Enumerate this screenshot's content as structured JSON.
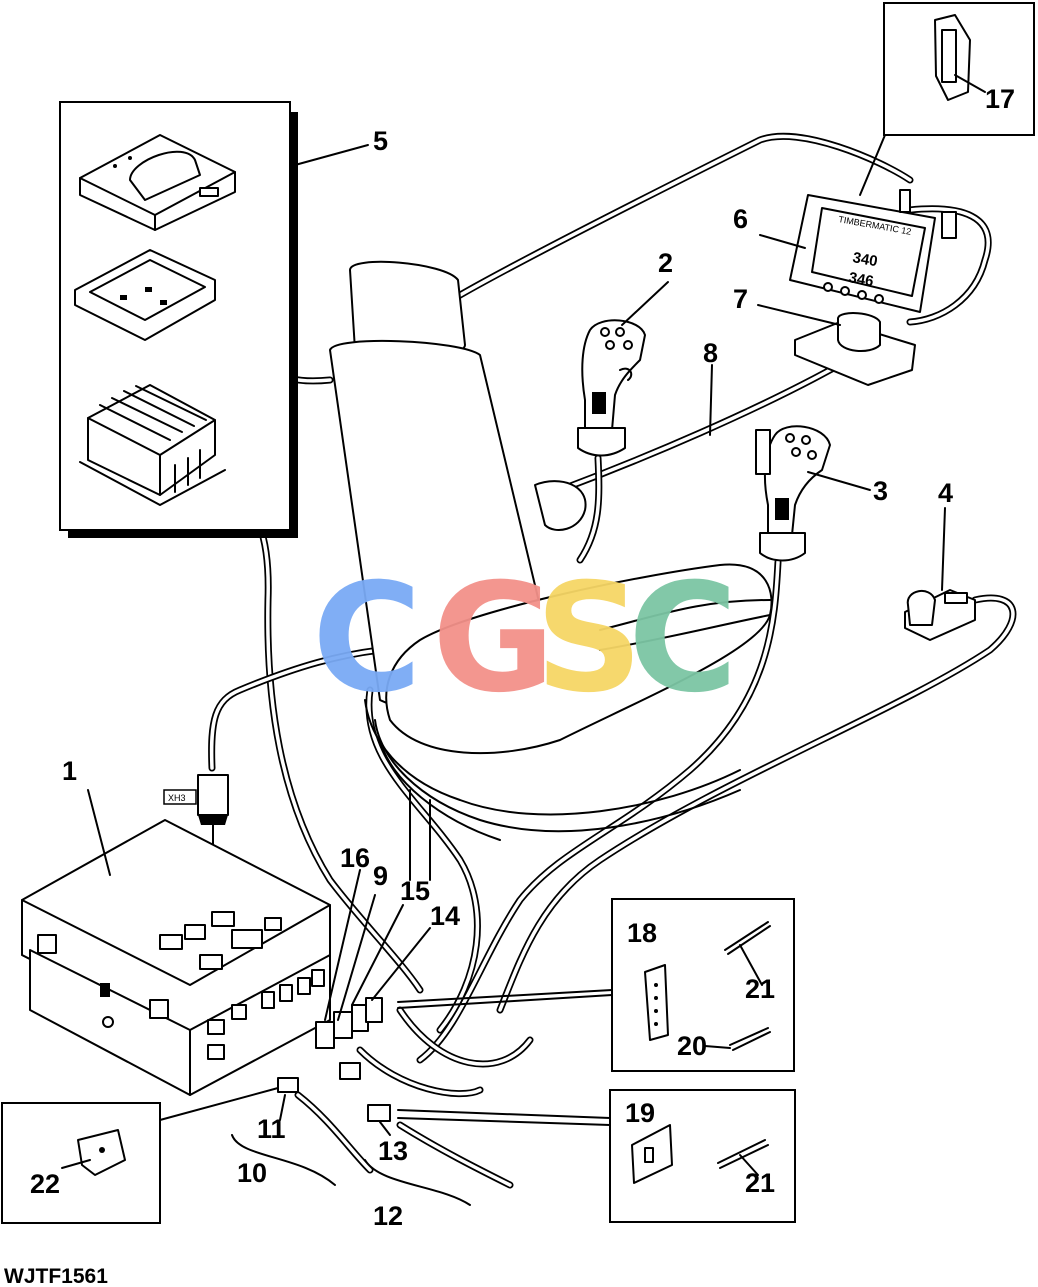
{
  "figure_code": "WJTF1561",
  "connector_tag": "XH3",
  "display": {
    "title": "TIMBERMATIC 12",
    "reading_1": "340",
    "reading_2": "346"
  },
  "watermark": {
    "letters": [
      "C",
      "G",
      "S",
      "C"
    ],
    "colors": [
      "#7aaaf5",
      "#f3918a",
      "#f6d666",
      "#7cc6a4"
    ]
  },
  "callouts": [
    {
      "id": "1",
      "label": "1"
    },
    {
      "id": "2",
      "label": "2"
    },
    {
      "id": "3",
      "label": "3"
    },
    {
      "id": "4",
      "label": "4"
    },
    {
      "id": "5",
      "label": "5"
    },
    {
      "id": "6",
      "label": "6"
    },
    {
      "id": "7",
      "label": "7"
    },
    {
      "id": "8",
      "label": "8"
    },
    {
      "id": "9",
      "label": "9"
    },
    {
      "id": "10",
      "label": "10"
    },
    {
      "id": "11",
      "label": "11"
    },
    {
      "id": "12",
      "label": "12"
    },
    {
      "id": "13",
      "label": "13"
    },
    {
      "id": "14",
      "label": "14"
    },
    {
      "id": "15",
      "label": "15"
    },
    {
      "id": "16",
      "label": "16"
    },
    {
      "id": "17",
      "label": "17"
    },
    {
      "id": "18",
      "label": "18"
    },
    {
      "id": "19",
      "label": "19"
    },
    {
      "id": "20",
      "label": "20"
    },
    {
      "id": "21a",
      "label": "21"
    },
    {
      "id": "21b",
      "label": "21"
    },
    {
      "id": "22",
      "label": "22"
    }
  ]
}
